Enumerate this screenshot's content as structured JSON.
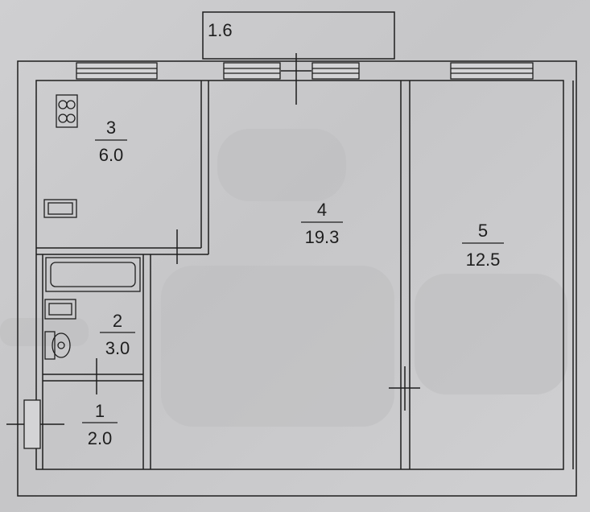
{
  "plan": {
    "balcony": {
      "area": "1.6"
    },
    "rooms": [
      {
        "number": "1",
        "area": "2.0"
      },
      {
        "number": "2",
        "area": "3.0"
      },
      {
        "number": "3",
        "area": "6.0"
      },
      {
        "number": "4",
        "area": "19.3"
      },
      {
        "number": "5",
        "area": "12.5"
      }
    ]
  },
  "colors": {
    "paper": "#cbcbcd",
    "ink": "#1e1e1e",
    "wall_fill": "#d8d8da",
    "smudge": "#b9b9bb"
  }
}
